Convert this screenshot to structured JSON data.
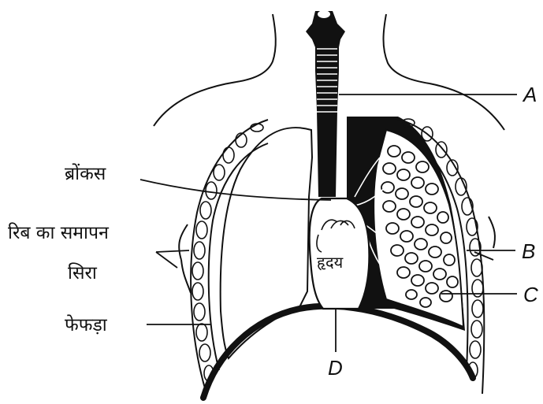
{
  "labels": {
    "A": "A",
    "B": "B",
    "C": "C",
    "D": "D",
    "bronchus": "ब्रोंकस",
    "rib_end_line1": "रिब का समापन",
    "rib_end_line2": "सिरा",
    "lung": "फेफड़ा",
    "heart": "हृदय"
  },
  "colors": {
    "ink": "#111111",
    "paper": "#ffffff"
  }
}
